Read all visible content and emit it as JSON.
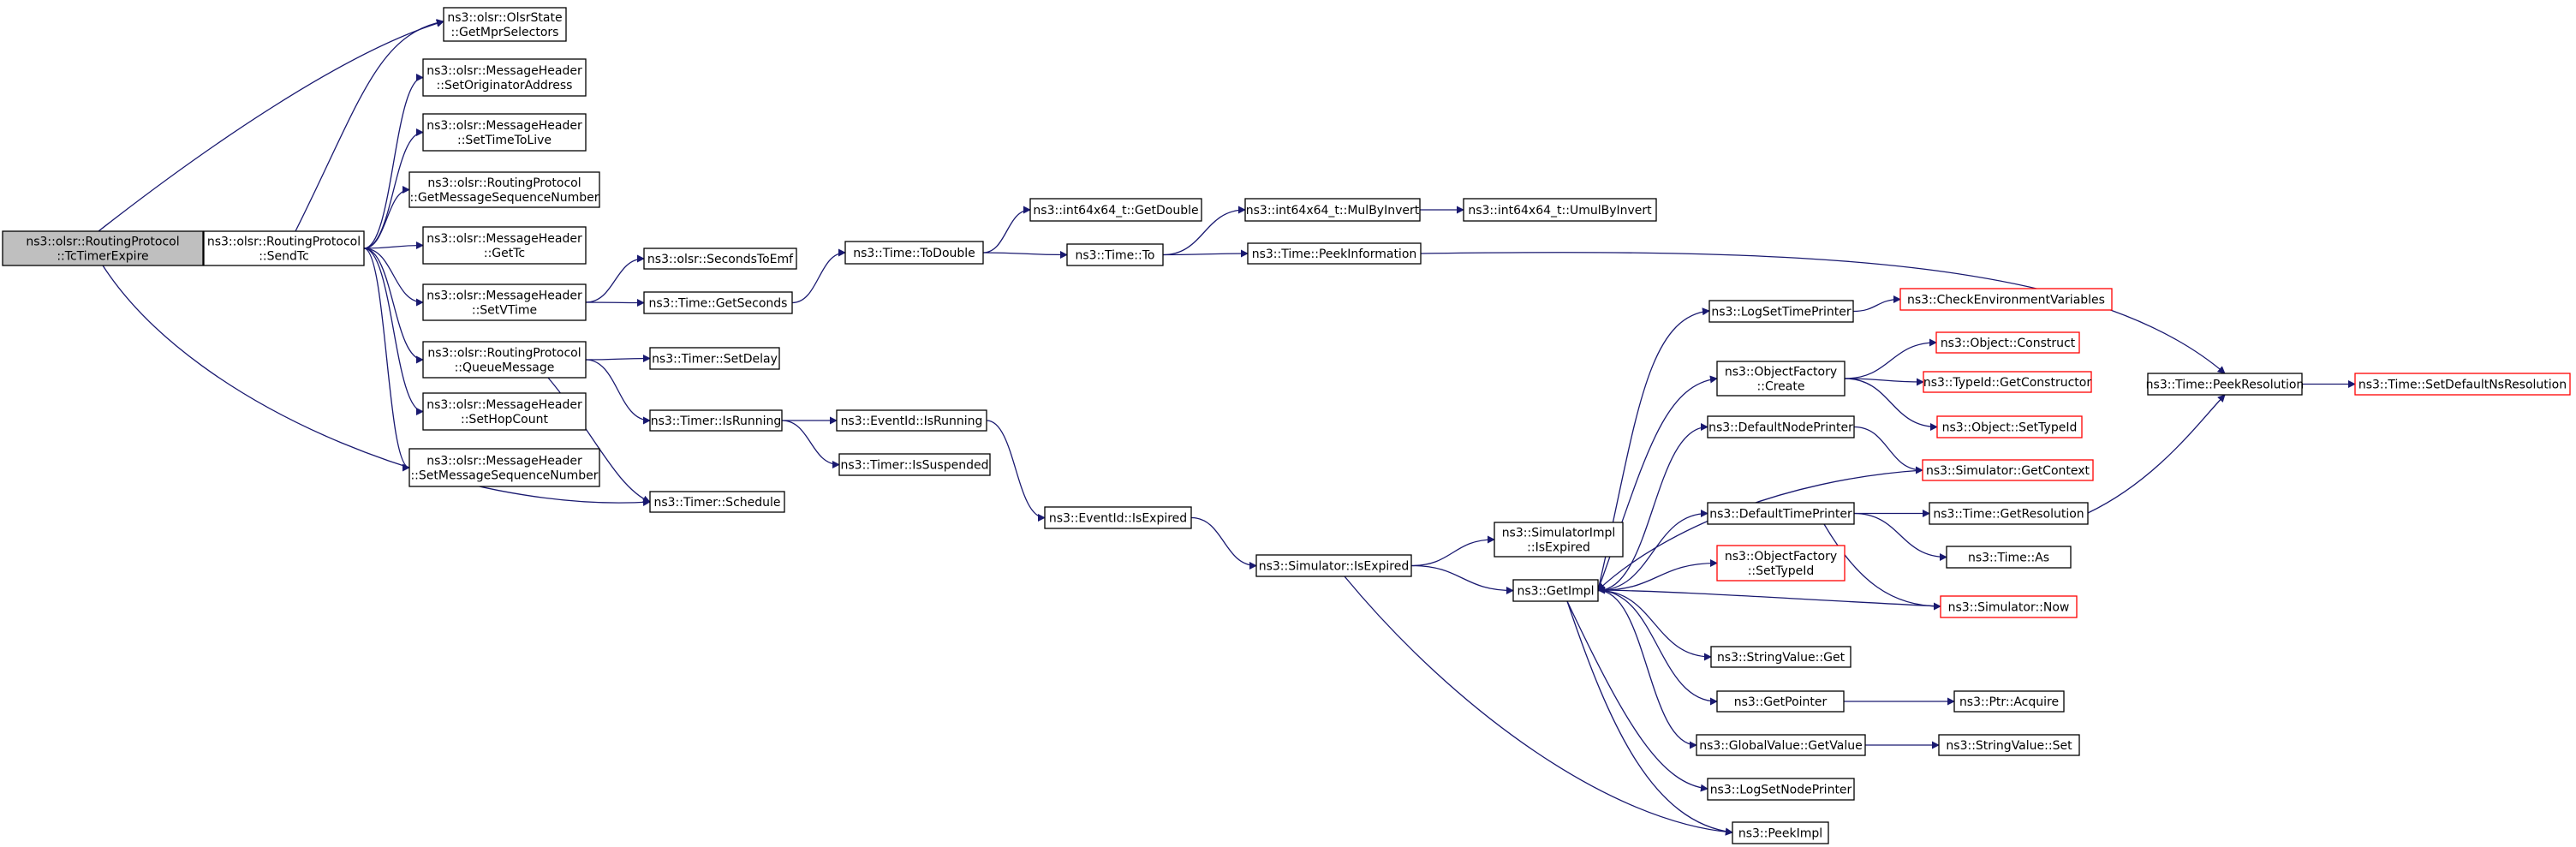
{
  "colors": {
    "edge": "#191970",
    "border_normal": "#000000",
    "border_truncated": "#ff0000",
    "fill_root": "#bfbfbf",
    "fill_normal": "#ffffff"
  },
  "nodes": [
    {
      "id": "tcexpire",
      "lines": [
        "ns3::olsr::RoutingProtocol",
        "::TcTimerExpire"
      ],
      "style": "root"
    },
    {
      "id": "sendtc",
      "lines": [
        "ns3::olsr::RoutingProtocol",
        "::SendTc"
      ],
      "style": "normal"
    },
    {
      "id": "getmprsel",
      "lines": [
        "ns3::olsr::OlsrState",
        "::GetMprSelectors"
      ],
      "style": "normal"
    },
    {
      "id": "setorig",
      "lines": [
        "ns3::olsr::MessageHeader",
        "::SetOriginatorAddress"
      ],
      "style": "normal"
    },
    {
      "id": "setttl",
      "lines": [
        "ns3::olsr::MessageHeader",
        "::SetTimeToLive"
      ],
      "style": "normal"
    },
    {
      "id": "getmsgseq",
      "lines": [
        "ns3::olsr::RoutingProtocol",
        "::GetMessageSequenceNumber"
      ],
      "style": "normal"
    },
    {
      "id": "gettc",
      "lines": [
        "ns3::olsr::MessageHeader",
        "::GetTc"
      ],
      "style": "normal"
    },
    {
      "id": "setvtime",
      "lines": [
        "ns3::olsr::MessageHeader",
        "::SetVTime"
      ],
      "style": "normal"
    },
    {
      "id": "queuemsg",
      "lines": [
        "ns3::olsr::RoutingProtocol",
        "::QueueMessage"
      ],
      "style": "normal"
    },
    {
      "id": "sethop",
      "lines": [
        "ns3::olsr::MessageHeader",
        "::SetHopCount"
      ],
      "style": "normal"
    },
    {
      "id": "setmsgseq",
      "lines": [
        "ns3::olsr::MessageHeader",
        "::SetMessageSequenceNumber"
      ],
      "style": "normal"
    },
    {
      "id": "sectoemf",
      "lines": [
        "ns3::olsr::SecondsToEmf"
      ],
      "style": "normal"
    },
    {
      "id": "getseconds",
      "lines": [
        "ns3::Time::GetSeconds"
      ],
      "style": "normal"
    },
    {
      "id": "todouble",
      "lines": [
        "ns3::Time::ToDouble"
      ],
      "style": "normal"
    },
    {
      "id": "getdouble",
      "lines": [
        "ns3::int64x64_t::GetDouble"
      ],
      "style": "normal"
    },
    {
      "id": "timeto",
      "lines": [
        "ns3::Time::To"
      ],
      "style": "normal"
    },
    {
      "id": "mulbyinv",
      "lines": [
        "ns3::int64x64_t::MulByInvert"
      ],
      "style": "normal"
    },
    {
      "id": "umulbyinv",
      "lines": [
        "ns3::int64x64_t::UmulByInvert"
      ],
      "style": "normal"
    },
    {
      "id": "peekinfo",
      "lines": [
        "ns3::Time::PeekInformation"
      ],
      "style": "normal"
    },
    {
      "id": "setdelay",
      "lines": [
        "ns3::Timer::SetDelay"
      ],
      "style": "normal"
    },
    {
      "id": "timerisrun",
      "lines": [
        "ns3::Timer::IsRunning"
      ],
      "style": "normal"
    },
    {
      "id": "eventisrun",
      "lines": [
        "ns3::EventId::IsRunning"
      ],
      "style": "normal"
    },
    {
      "id": "issusp",
      "lines": [
        "ns3::Timer::IsSuspended"
      ],
      "style": "normal"
    },
    {
      "id": "schedule",
      "lines": [
        "ns3::Timer::Schedule"
      ],
      "style": "normal"
    },
    {
      "id": "eventisexp",
      "lines": [
        "ns3::EventId::IsExpired"
      ],
      "style": "normal"
    },
    {
      "id": "simisexp",
      "lines": [
        "ns3::Simulator::IsExpired"
      ],
      "style": "normal"
    },
    {
      "id": "simimplisexp",
      "lines": [
        "ns3::SimulatorImpl",
        "::IsExpired"
      ],
      "style": "normal"
    },
    {
      "id": "getimpl",
      "lines": [
        "ns3::GetImpl"
      ],
      "style": "normal"
    },
    {
      "id": "logsettime",
      "lines": [
        "ns3::LogSetTimePrinter"
      ],
      "style": "normal"
    },
    {
      "id": "checkenv",
      "lines": [
        "ns3::CheckEnvironmentVariables"
      ],
      "style": "truncated"
    },
    {
      "id": "objfactcreate",
      "lines": [
        "ns3::ObjectFactory",
        "::Create"
      ],
      "style": "normal"
    },
    {
      "id": "objconstruct",
      "lines": [
        "ns3::Object::Construct"
      ],
      "style": "truncated"
    },
    {
      "id": "typeidgetctor",
      "lines": [
        "ns3::TypeId::GetConstructor"
      ],
      "style": "truncated"
    },
    {
      "id": "objsettypeid",
      "lines": [
        "ns3::Object::SetTypeId"
      ],
      "style": "truncated"
    },
    {
      "id": "defnodeprinter",
      "lines": [
        "ns3::DefaultNodePrinter"
      ],
      "style": "normal"
    },
    {
      "id": "simgetctx",
      "lines": [
        "ns3::Simulator::GetContext"
      ],
      "style": "truncated"
    },
    {
      "id": "deftimeprinter",
      "lines": [
        "ns3::DefaultTimePrinter"
      ],
      "style": "normal"
    },
    {
      "id": "timegetres",
      "lines": [
        "ns3::Time::GetResolution"
      ],
      "style": "normal"
    },
    {
      "id": "timeas",
      "lines": [
        "ns3::Time::As"
      ],
      "style": "normal"
    },
    {
      "id": "simnow",
      "lines": [
        "ns3::Simulator::Now"
      ],
      "style": "truncated"
    },
    {
      "id": "objfactsettype",
      "lines": [
        "ns3::ObjectFactory",
        "::SetTypeId"
      ],
      "style": "truncated"
    },
    {
      "id": "strvalget",
      "lines": [
        "ns3::StringValue::Get"
      ],
      "style": "normal"
    },
    {
      "id": "getpointer",
      "lines": [
        "ns3::GetPointer"
      ],
      "style": "normal"
    },
    {
      "id": "ptracquire",
      "lines": [
        "ns3::Ptr::Acquire"
      ],
      "style": "normal"
    },
    {
      "id": "globalgetval",
      "lines": [
        "ns3::GlobalValue::GetValue"
      ],
      "style": "normal"
    },
    {
      "id": "strvalset",
      "lines": [
        "ns3::StringValue::Set"
      ],
      "style": "normal"
    },
    {
      "id": "logsetnode",
      "lines": [
        "ns3::LogSetNodePrinter"
      ],
      "style": "normal"
    },
    {
      "id": "peekimpl",
      "lines": [
        "ns3::PeekImpl"
      ],
      "style": "normal"
    },
    {
      "id": "peekres",
      "lines": [
        "ns3::Time::PeekResolution"
      ],
      "style": "normal"
    },
    {
      "id": "setdefres",
      "lines": [
        "ns3::Time::SetDefaultNsResolution"
      ],
      "style": "truncated"
    }
  ],
  "edges": [
    [
      "tcexpire",
      "getmprsel"
    ],
    [
      "tcexpire",
      "sendtc"
    ],
    [
      "tcexpire",
      "schedule"
    ],
    [
      "sendtc",
      "getmprsel"
    ],
    [
      "sendtc",
      "setorig"
    ],
    [
      "sendtc",
      "setttl"
    ],
    [
      "sendtc",
      "getmsgseq"
    ],
    [
      "sendtc",
      "gettc"
    ],
    [
      "sendtc",
      "setvtime"
    ],
    [
      "sendtc",
      "queuemsg"
    ],
    [
      "sendtc",
      "sethop"
    ],
    [
      "sendtc",
      "setmsgseq"
    ],
    [
      "setvtime",
      "sectoemf"
    ],
    [
      "setvtime",
      "getseconds"
    ],
    [
      "getseconds",
      "todouble"
    ],
    [
      "todouble",
      "getdouble"
    ],
    [
      "todouble",
      "timeto"
    ],
    [
      "timeto",
      "mulbyinv"
    ],
    [
      "timeto",
      "peekinfo"
    ],
    [
      "mulbyinv",
      "umulbyinv"
    ],
    [
      "peekinfo",
      "peekres"
    ],
    [
      "peekres",
      "setdefres"
    ],
    [
      "queuemsg",
      "setdelay"
    ],
    [
      "queuemsg",
      "timerisrun"
    ],
    [
      "queuemsg",
      "schedule"
    ],
    [
      "timerisrun",
      "eventisrun"
    ],
    [
      "timerisrun",
      "issusp"
    ],
    [
      "eventisrun",
      "eventisexp"
    ],
    [
      "eventisexp",
      "simisexp"
    ],
    [
      "simisexp",
      "simimplisexp"
    ],
    [
      "simisexp",
      "getimpl"
    ],
    [
      "simisexp",
      "peekimpl"
    ],
    [
      "getimpl",
      "logsettime"
    ],
    [
      "getimpl",
      "objfactcreate"
    ],
    [
      "getimpl",
      "defnodeprinter"
    ],
    [
      "getimpl",
      "deftimeprinter"
    ],
    [
      "getimpl",
      "objfactsettype"
    ],
    [
      "getimpl",
      "strvalget"
    ],
    [
      "getimpl",
      "getpointer"
    ],
    [
      "getimpl",
      "globalgetval"
    ],
    [
      "getimpl",
      "logsetnode"
    ],
    [
      "getimpl",
      "peekimpl"
    ],
    [
      "logsettime",
      "checkenv"
    ],
    [
      "objfactcreate",
      "objconstruct"
    ],
    [
      "objfactcreate",
      "typeidgetctor"
    ],
    [
      "objfactcreate",
      "objsettypeid"
    ],
    [
      "defnodeprinter",
      "simgetctx"
    ],
    [
      "simgetctx",
      "getimpl"
    ],
    [
      "deftimeprinter",
      "timegetres"
    ],
    [
      "deftimeprinter",
      "timeas"
    ],
    [
      "deftimeprinter",
      "simnow"
    ],
    [
      "simnow",
      "getimpl"
    ],
    [
      "timegetres",
      "peekres"
    ],
    [
      "getpointer",
      "ptracquire"
    ],
    [
      "globalgetval",
      "strvalset"
    ]
  ]
}
